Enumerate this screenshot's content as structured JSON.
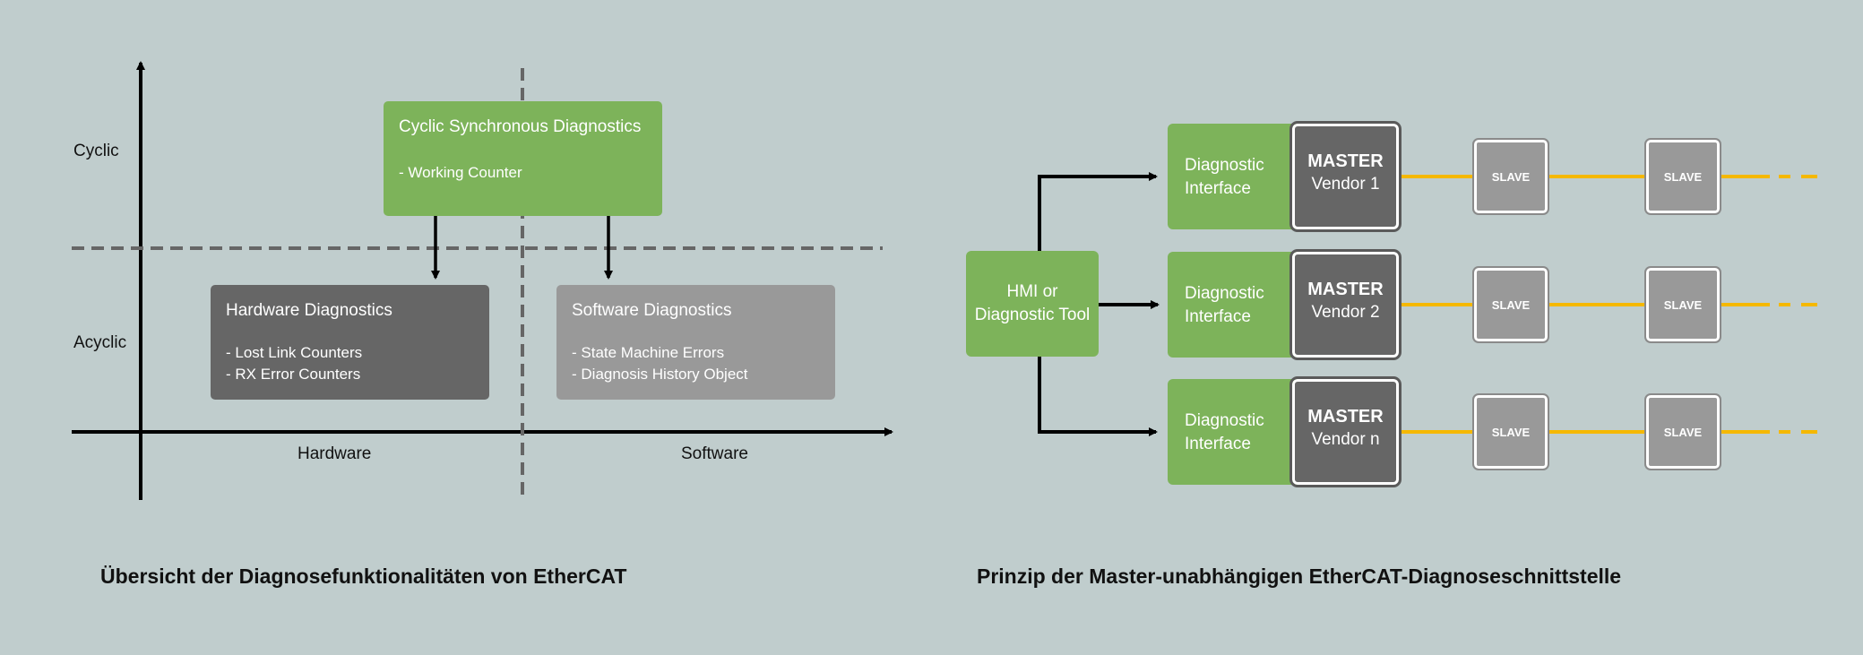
{
  "left_diagram": {
    "y_labels": {
      "cyclic": "Cyclic",
      "acyclic": "Acyclic"
    },
    "x_labels": {
      "hardware": "Hardware",
      "software": "Software"
    },
    "cyclic_box": {
      "title": "Cyclic Synchronous Diagnostics",
      "items": [
        "Working Counter"
      ]
    },
    "hardware_box": {
      "title": "Hardware Diagnostics",
      "items": [
        "Lost Link Counters",
        "RX Error Counters"
      ]
    },
    "software_box": {
      "title": "Software Diagnostics",
      "items": [
        "State Machine Errors",
        "Diagnosis History Object"
      ]
    },
    "caption": "Übersicht der Diagnosefunktionalitäten von EtherCAT"
  },
  "right_diagram": {
    "hmi": {
      "line1": "HMI or",
      "line2": "Diagnostic Tool"
    },
    "rows": [
      {
        "diag1": "Diagnostic",
        "diag2": "Interface",
        "master": "MASTER",
        "vendor": "Vendor 1",
        "slaves": [
          "SLAVE",
          "SLAVE"
        ]
      },
      {
        "diag1": "Diagnostic",
        "diag2": "Interface",
        "master": "MASTER",
        "vendor": "Vendor 2",
        "slaves": [
          "SLAVE",
          "SLAVE"
        ]
      },
      {
        "diag1": "Diagnostic",
        "diag2": "Interface",
        "master": "MASTER",
        "vendor": "Vendor n",
        "slaves": [
          "SLAVE",
          "SLAVE"
        ]
      }
    ],
    "caption": "Prinzip der Master-unabhängigen EtherCAT-Diagnoseschnittstelle"
  },
  "colors": {
    "background": "#c0cdcd",
    "green": "#7db35a",
    "dark_gray": "#666666",
    "mid_gray": "#999999",
    "bus_line": "#f5b800"
  }
}
